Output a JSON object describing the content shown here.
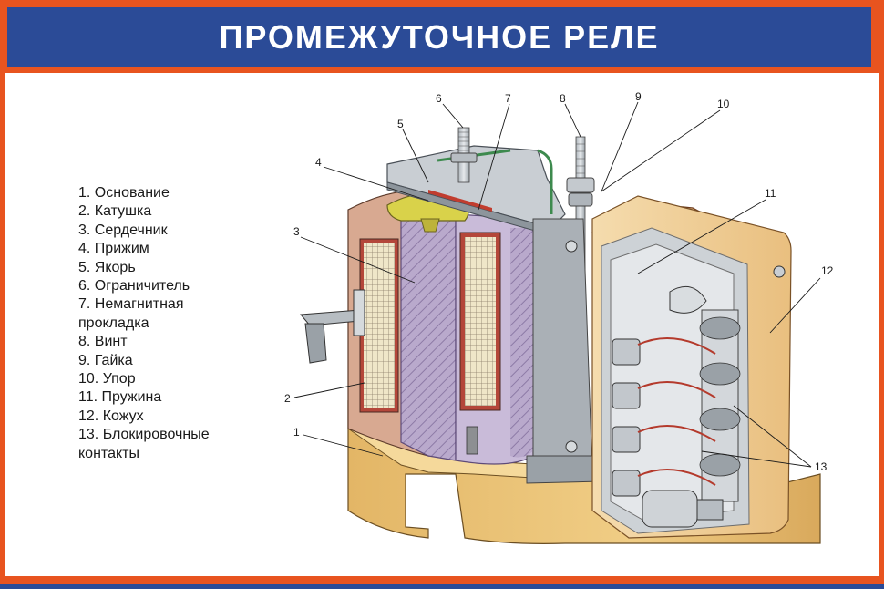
{
  "title": "ПРОМЕЖУТОЧНОЕ РЕЛЕ",
  "legend": [
    "1. Основание",
    "2. Катушка",
    "3. Сердечник",
    "4. Прижим",
    "5. Якорь",
    "6. Ограничитель",
    "7. Немагнитная прокладка",
    "8. Винт",
    "9. Гайка",
    "10. Упор",
    "11. Пружина",
    "12. Кожух",
    "13. Блокировочные контакты"
  ],
  "callouts": [
    "1",
    "2",
    "3",
    "4",
    "5",
    "6",
    "7",
    "8",
    "9",
    "10",
    "11",
    "12",
    "13"
  ],
  "colors": {
    "frame": "#e8541f",
    "title_bar": "#2b4b97",
    "base": "#e9c06e",
    "coil_case": "#d7a78c",
    "core": "#b7a6c9",
    "metal": "#c7ccd0",
    "cover": "#f2cf97"
  }
}
